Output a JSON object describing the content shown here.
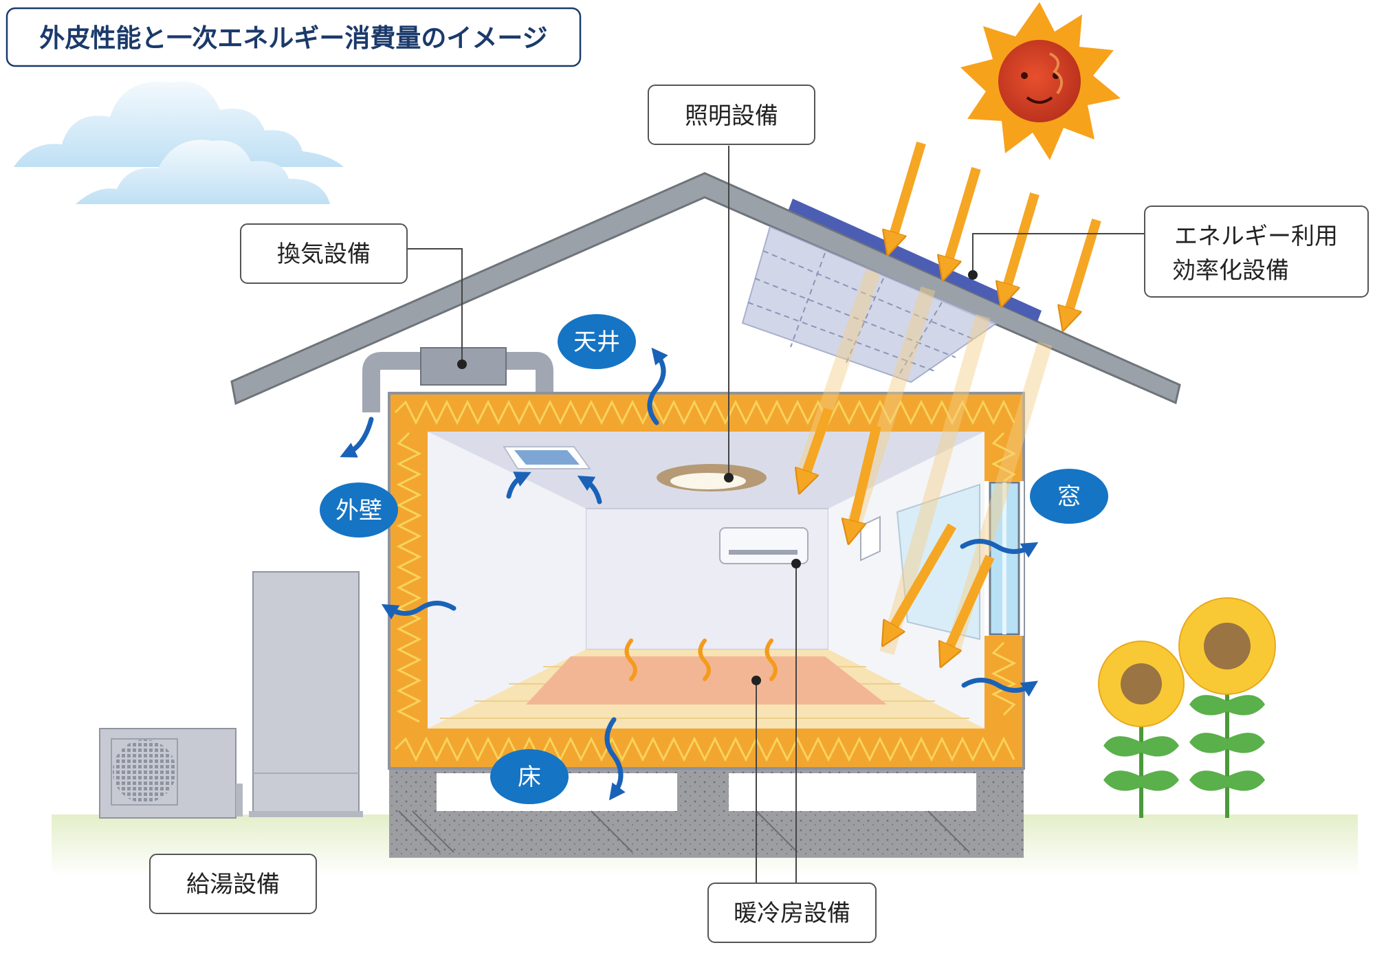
{
  "title": "外皮性能と一次エネルギー消費量のイメージ",
  "labels": {
    "lighting": "照明設備",
    "ventilation": "換気設備",
    "energy_line1": "エネルギー利用",
    "energy_line2": "効率化設備",
    "hot_water": "給湯設備",
    "hvac": "暖冷房設備"
  },
  "parts": {
    "ceiling": "天井",
    "outer_wall": "外壁",
    "window": "窓",
    "floor": "床"
  },
  "colors": {
    "title_text": "#1b3a6b",
    "badge": "#1574c4",
    "insulation": "#f2a630",
    "heat_arrow": "#1a62b8",
    "sun_arrow": "#f5a623",
    "roof": "#9aa1a8",
    "ground": "#e6f1cf"
  }
}
